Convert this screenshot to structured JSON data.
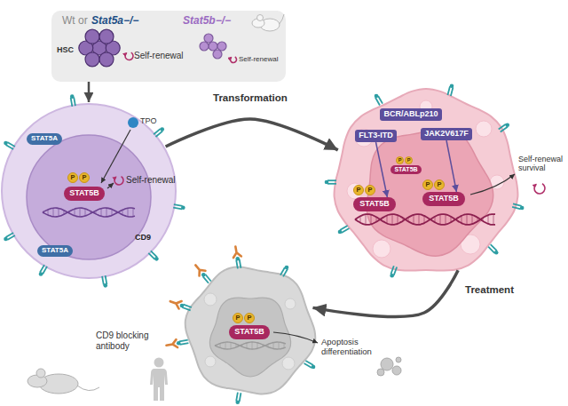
{
  "diagram": {
    "nodes": [
      {
        "text": [
          "Wt or",
          "Stat5a−/−",
          "Stat5b−/−",
          "HSC",
          "Self-renewal",
          "Self-renewal"
        ]
      },
      {
        "text": [
          "Self-renewal",
          "CD9"
        ]
      },
      {
        "text": [
          "STAT5A"
        ],
        "in": 1
      },
      {
        "text": [
          "STAT5B"
        ],
        "in": 1
      },
      {
        "text": [
          "STAT5A"
        ],
        "in": 1
      },
      {
        "text": [
          "Self-renewal survival"
        ]
      },
      {
        "text": [
          "BCR/ABLp210"
        ],
        "in": 5
      },
      {
        "text": [
          "FLT3-ITD"
        ],
        "in": 5
      },
      {
        "text": [
          "JAK2V617F"
        ],
        "in": 5
      },
      {
        "text": [
          "STAT5B"
        ],
        "in": 5
      },
      {
        "text": [
          "STAT5B"
        ],
        "in": 5
      },
      {
        "text": [
          "STAT5B"
        ],
        "in": 5
      },
      {
        "text": [
          "Apoptosis differentiation"
        ]
      },
      {
        "text": [
          "STAT5B"
        ],
        "in": 12
      }
    ],
    "edges": [
      {
        "from": 0,
        "to": 1,
        "arrow": "to"
      },
      {
        "from": 1,
        "to": 5,
        "label": "Transformation",
        "arrow": "to"
      },
      {
        "from": 5,
        "to": 12,
        "label": "Treatment",
        "arrow": "to"
      },
      {
        "from": 7,
        "to": 10,
        "arrow": "to"
      },
      {
        "from": 8,
        "to": 11,
        "arrow": "to"
      }
    ],
    "labels": [
      "TPO",
      "CD9 blocking antibody",
      "P",
      "P",
      "P",
      "P",
      "P",
      "P",
      "P",
      "P",
      "P",
      "P"
    ]
  }
}
